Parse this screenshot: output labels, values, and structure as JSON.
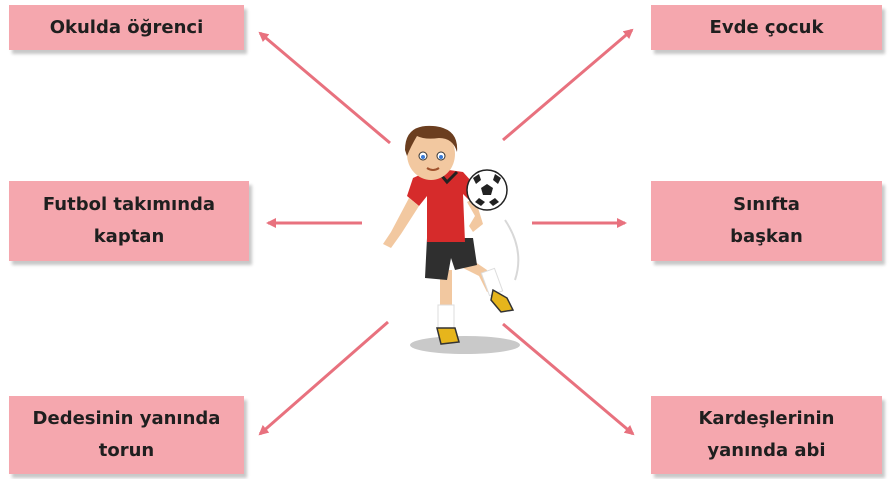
{
  "roles": {
    "top_left": "Okulda öğrenci",
    "top_right": "Evde çocuk",
    "mid_left": [
      "Futbol takımında",
      "kaptan"
    ],
    "mid_right": [
      "Sınıfta",
      "başkan"
    ],
    "bottom_left": [
      "Dedesinin yanında",
      "torun"
    ],
    "bottom_right": [
      "Kardeşlerinin",
      "yanında abi"
    ]
  },
  "colors": {
    "box": "#f5a7ae",
    "arrow": "#e8717e"
  },
  "center_image": "boy-playing-football"
}
